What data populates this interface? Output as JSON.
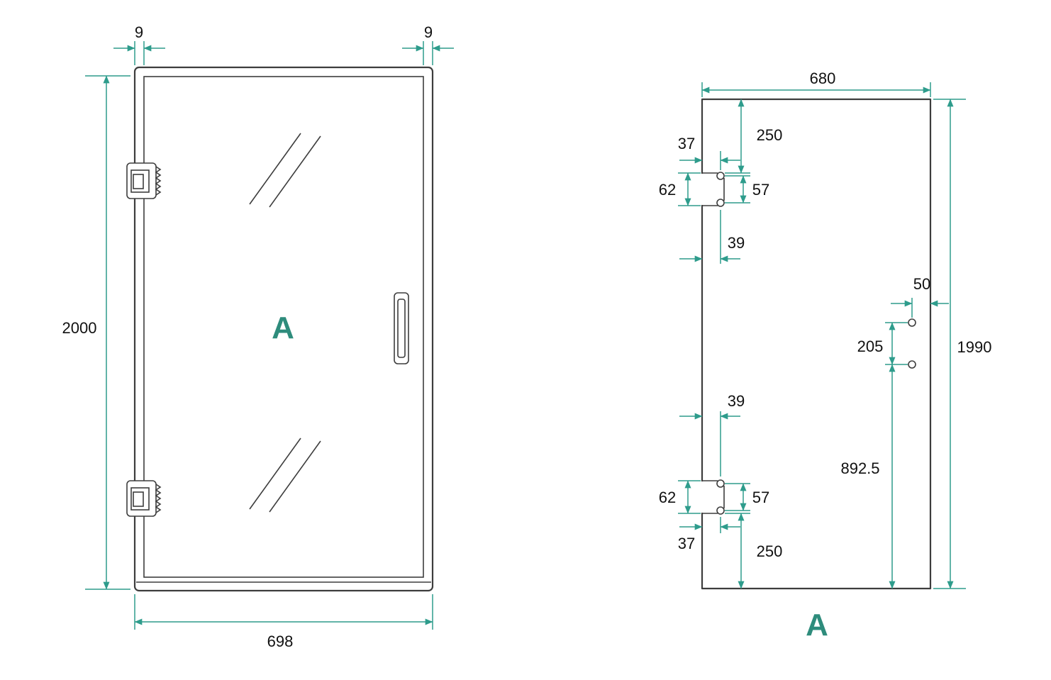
{
  "colors": {
    "dimension": "#2E9C8C",
    "outline": "#3D3D3D",
    "text": "#111111",
    "panel_label": "#2E8C7C"
  },
  "door_view": {
    "panel_label": "A",
    "dimensions": {
      "frame_thickness_left": "9",
      "frame_thickness_right": "9",
      "door_height": "2000",
      "door_width": "698"
    }
  },
  "glass_view": {
    "panel_label": "A",
    "dimensions": {
      "glass_width": "680",
      "glass_height": "1990",
      "top_hinge_from_top": "250",
      "top_hinge_edge_offset": "37",
      "top_hinge_cutout_height": "62",
      "top_hinge_hole_spacing": "57",
      "top_hinge_cutout_depth": "39",
      "handle_from_edge": "50",
      "handle_hole_spacing": "205",
      "handle_from_bottom": "892.5",
      "bottom_hinge_cutout_depth": "39",
      "bottom_hinge_cutout_height": "62",
      "bottom_hinge_hole_spacing": "57",
      "bottom_hinge_edge_offset": "37",
      "bottom_hinge_from_bottom": "250"
    }
  }
}
